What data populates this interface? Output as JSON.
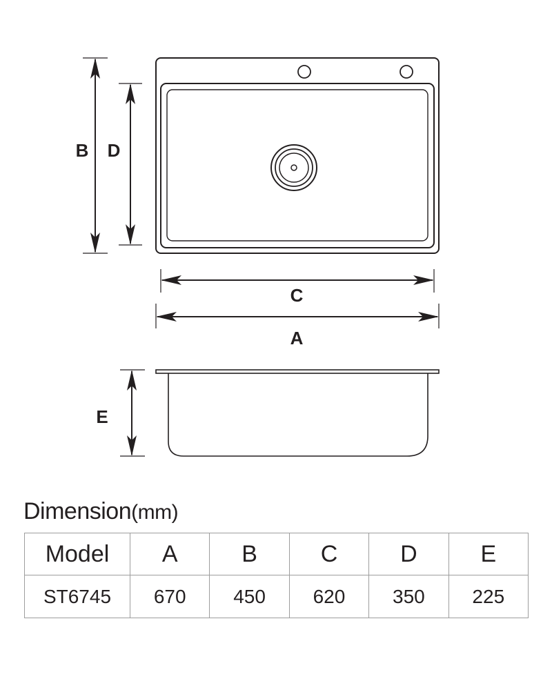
{
  "drawing": {
    "labels": {
      "a": "A",
      "b": "B",
      "c": "C",
      "d": "D",
      "e": "E"
    }
  },
  "table": {
    "title": "Dimension",
    "title_unit": "(mm)",
    "headers": [
      "Model",
      "A",
      "B",
      "C",
      "D",
      "E"
    ],
    "rows": [
      [
        "ST6745",
        "670",
        "450",
        "620",
        "350",
        "225"
      ]
    ]
  },
  "colors": {
    "line": "#231f20",
    "grid": "#9d9d9d"
  }
}
